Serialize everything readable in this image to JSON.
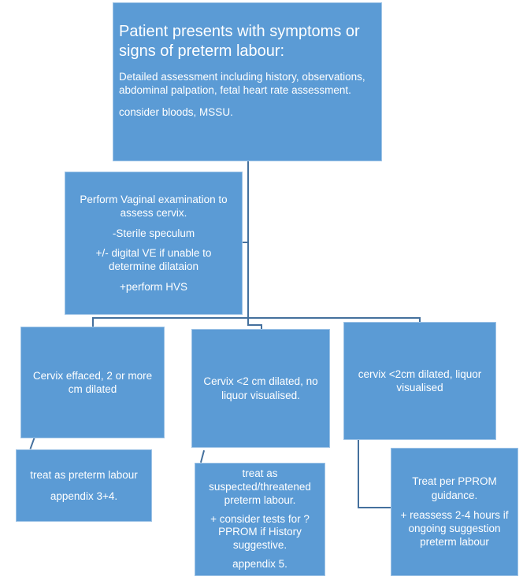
{
  "colors": {
    "node_fill": "#5B9BD5",
    "node_border": "#9DC3E6",
    "connector": "#44709D",
    "text_color": "#FFFFFF"
  },
  "nodes": {
    "presenting": {
      "title": "Patient presents with symptoms or signs of preterm labour:",
      "body_line1": "Detailed assessment including history, observations,",
      "body_line2": "abdominal palpation, fetal heart rate assessment.",
      "body_line3": "consider bloods, MSSU."
    },
    "examination": {
      "p1": "Perform Vaginal examination to assess cervix.",
      "p2": "-Sterile speculum",
      "p3": "+/- digital VE if unable to determine dilataion",
      "p4": "+perform HVS"
    },
    "cervix_effaced": {
      "text": "Cervix effaced, 2 or more cm dilated"
    },
    "cervix_no_liquor": {
      "text": "Cervix <2 cm dilated, no liquor visualised."
    },
    "cervix_liquor": {
      "text": "cervix <2cm dilated, liquor visualised"
    },
    "treat_preterm": {
      "p1": "treat as preterm labour",
      "p2": "appendix 3+4."
    },
    "treat_suspected": {
      "p1_l1": "treat as",
      "p1_l2": "suspected/threatened",
      "p1_l3": "preterm labour.",
      "p2": "+ consider tests for ?PPROM if History suggestive.",
      "p3": "appendix 5."
    },
    "treat_pprom": {
      "p1": "Treat per PPROM guidance.",
      "p2": "+ reassess 2-4 hours if ongoing suggestion preterm labour"
    }
  }
}
